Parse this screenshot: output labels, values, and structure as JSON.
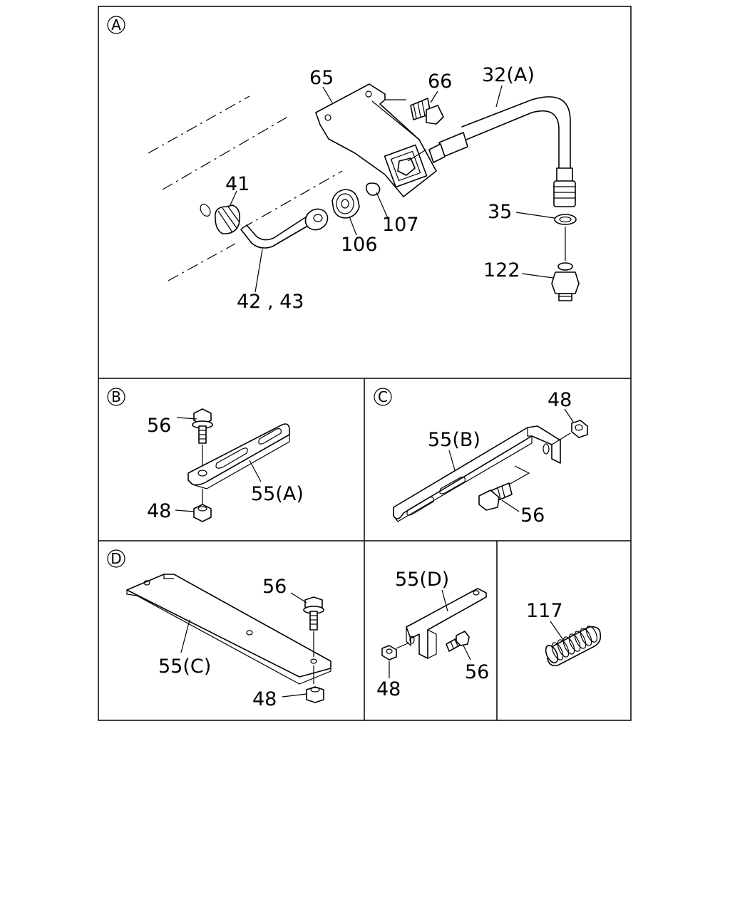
{
  "panels": {
    "a": {
      "marker": "A"
    },
    "b": {
      "marker": "B"
    },
    "c": {
      "marker": "C"
    },
    "d": {
      "marker": "D"
    }
  },
  "callouts": {
    "a_65": "65",
    "a_66": "66",
    "a_32a": "32(A)",
    "a_41": "41",
    "a_35": "35",
    "a_107": "107",
    "a_106": "106",
    "a_122": "122",
    "a_42_43": "42 , 43",
    "b_56": "56",
    "b_55a": "55(A)",
    "b_48": "48",
    "c_48": "48",
    "c_55b": "55(B)",
    "c_56": "56",
    "d_56": "56",
    "d_55c": "55(C)",
    "d_48": "48",
    "e_55d": "55(D)",
    "e_48": "48",
    "e_56": "56",
    "f_117": "117"
  }
}
